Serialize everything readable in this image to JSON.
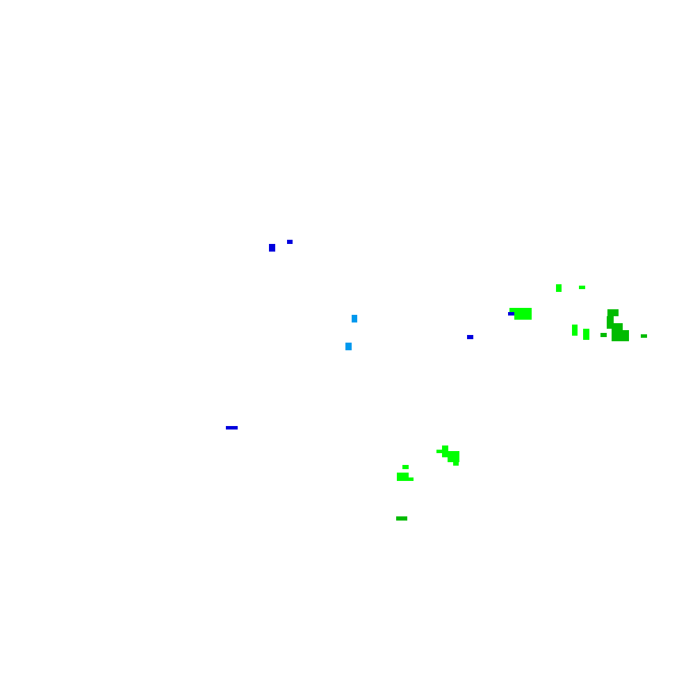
{
  "map": {
    "background": "#ffffff",
    "palette": {
      "blue": "#0000dd",
      "light_blue": "#0099ee",
      "bright_green": "#00ff00",
      "green": "#00bb00"
    },
    "clusters": [
      {
        "name": "northwest-blue-cells",
        "color": "blue"
      },
      {
        "name": "central-light-blue-cells",
        "color": "light_blue"
      },
      {
        "name": "central-blue-cell",
        "color": "blue"
      },
      {
        "name": "east-green-cells",
        "color": "bright_green"
      },
      {
        "name": "far-east-dark-green-cells",
        "color": "green"
      },
      {
        "name": "southwest-blue-cell",
        "color": "blue"
      },
      {
        "name": "south-green-cells",
        "color": "bright_green"
      },
      {
        "name": "south-dark-green-cell",
        "color": "green"
      }
    ]
  }
}
